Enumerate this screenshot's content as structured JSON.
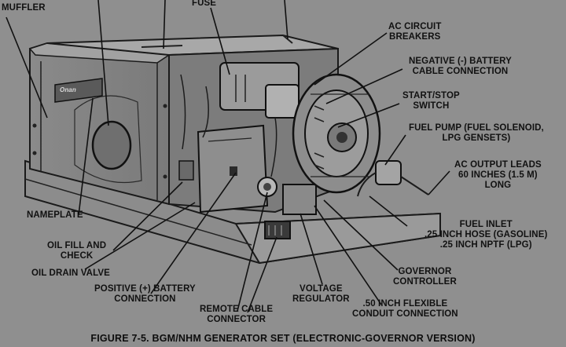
{
  "labels": {
    "muffler": "MUFFLER",
    "fuse": "FUSE",
    "ac_breakers": "AC CIRCUIT\nBREAKERS",
    "neg_battery": "NEGATIVE (-) BATTERY\nCABLE CONNECTION",
    "start_stop": "START/STOP\nSWITCH",
    "fuel_pump": "FUEL PUMP (FUEL SOLENOID,\nLPG GENSETS)",
    "ac_output": "AC OUTPUT LEADS\n60 INCHES (1.5 M)\nLONG",
    "nameplate": "NAMEPLATE",
    "fuel_inlet": "FUEL INLET\n.25 INCH HOSE (GASOLINE)\n.25 INCH NPTF (LPG)",
    "oil_fill": "OIL FILL AND\nCHECK",
    "oil_drain": "OIL DRAIN VALVE",
    "governor": "GOVERNOR\nCONTROLLER",
    "pos_battery": "POSITIVE (+) BATTERY\nCONNECTION",
    "voltage_reg": "VOLTAGE\nREGULATOR",
    "remote_cable": "REMOTE CABLE\nCONNECTOR",
    "conduit": ".50 INCH FLEXIBLE\nCONDUIT CONNECTION"
  },
  "nameplate_brand": "Onan",
  "caption": "FIGURE 7-5. BGM/NHM GENERATOR SET (ELECTRONIC-GOVERNOR VERSION)"
}
